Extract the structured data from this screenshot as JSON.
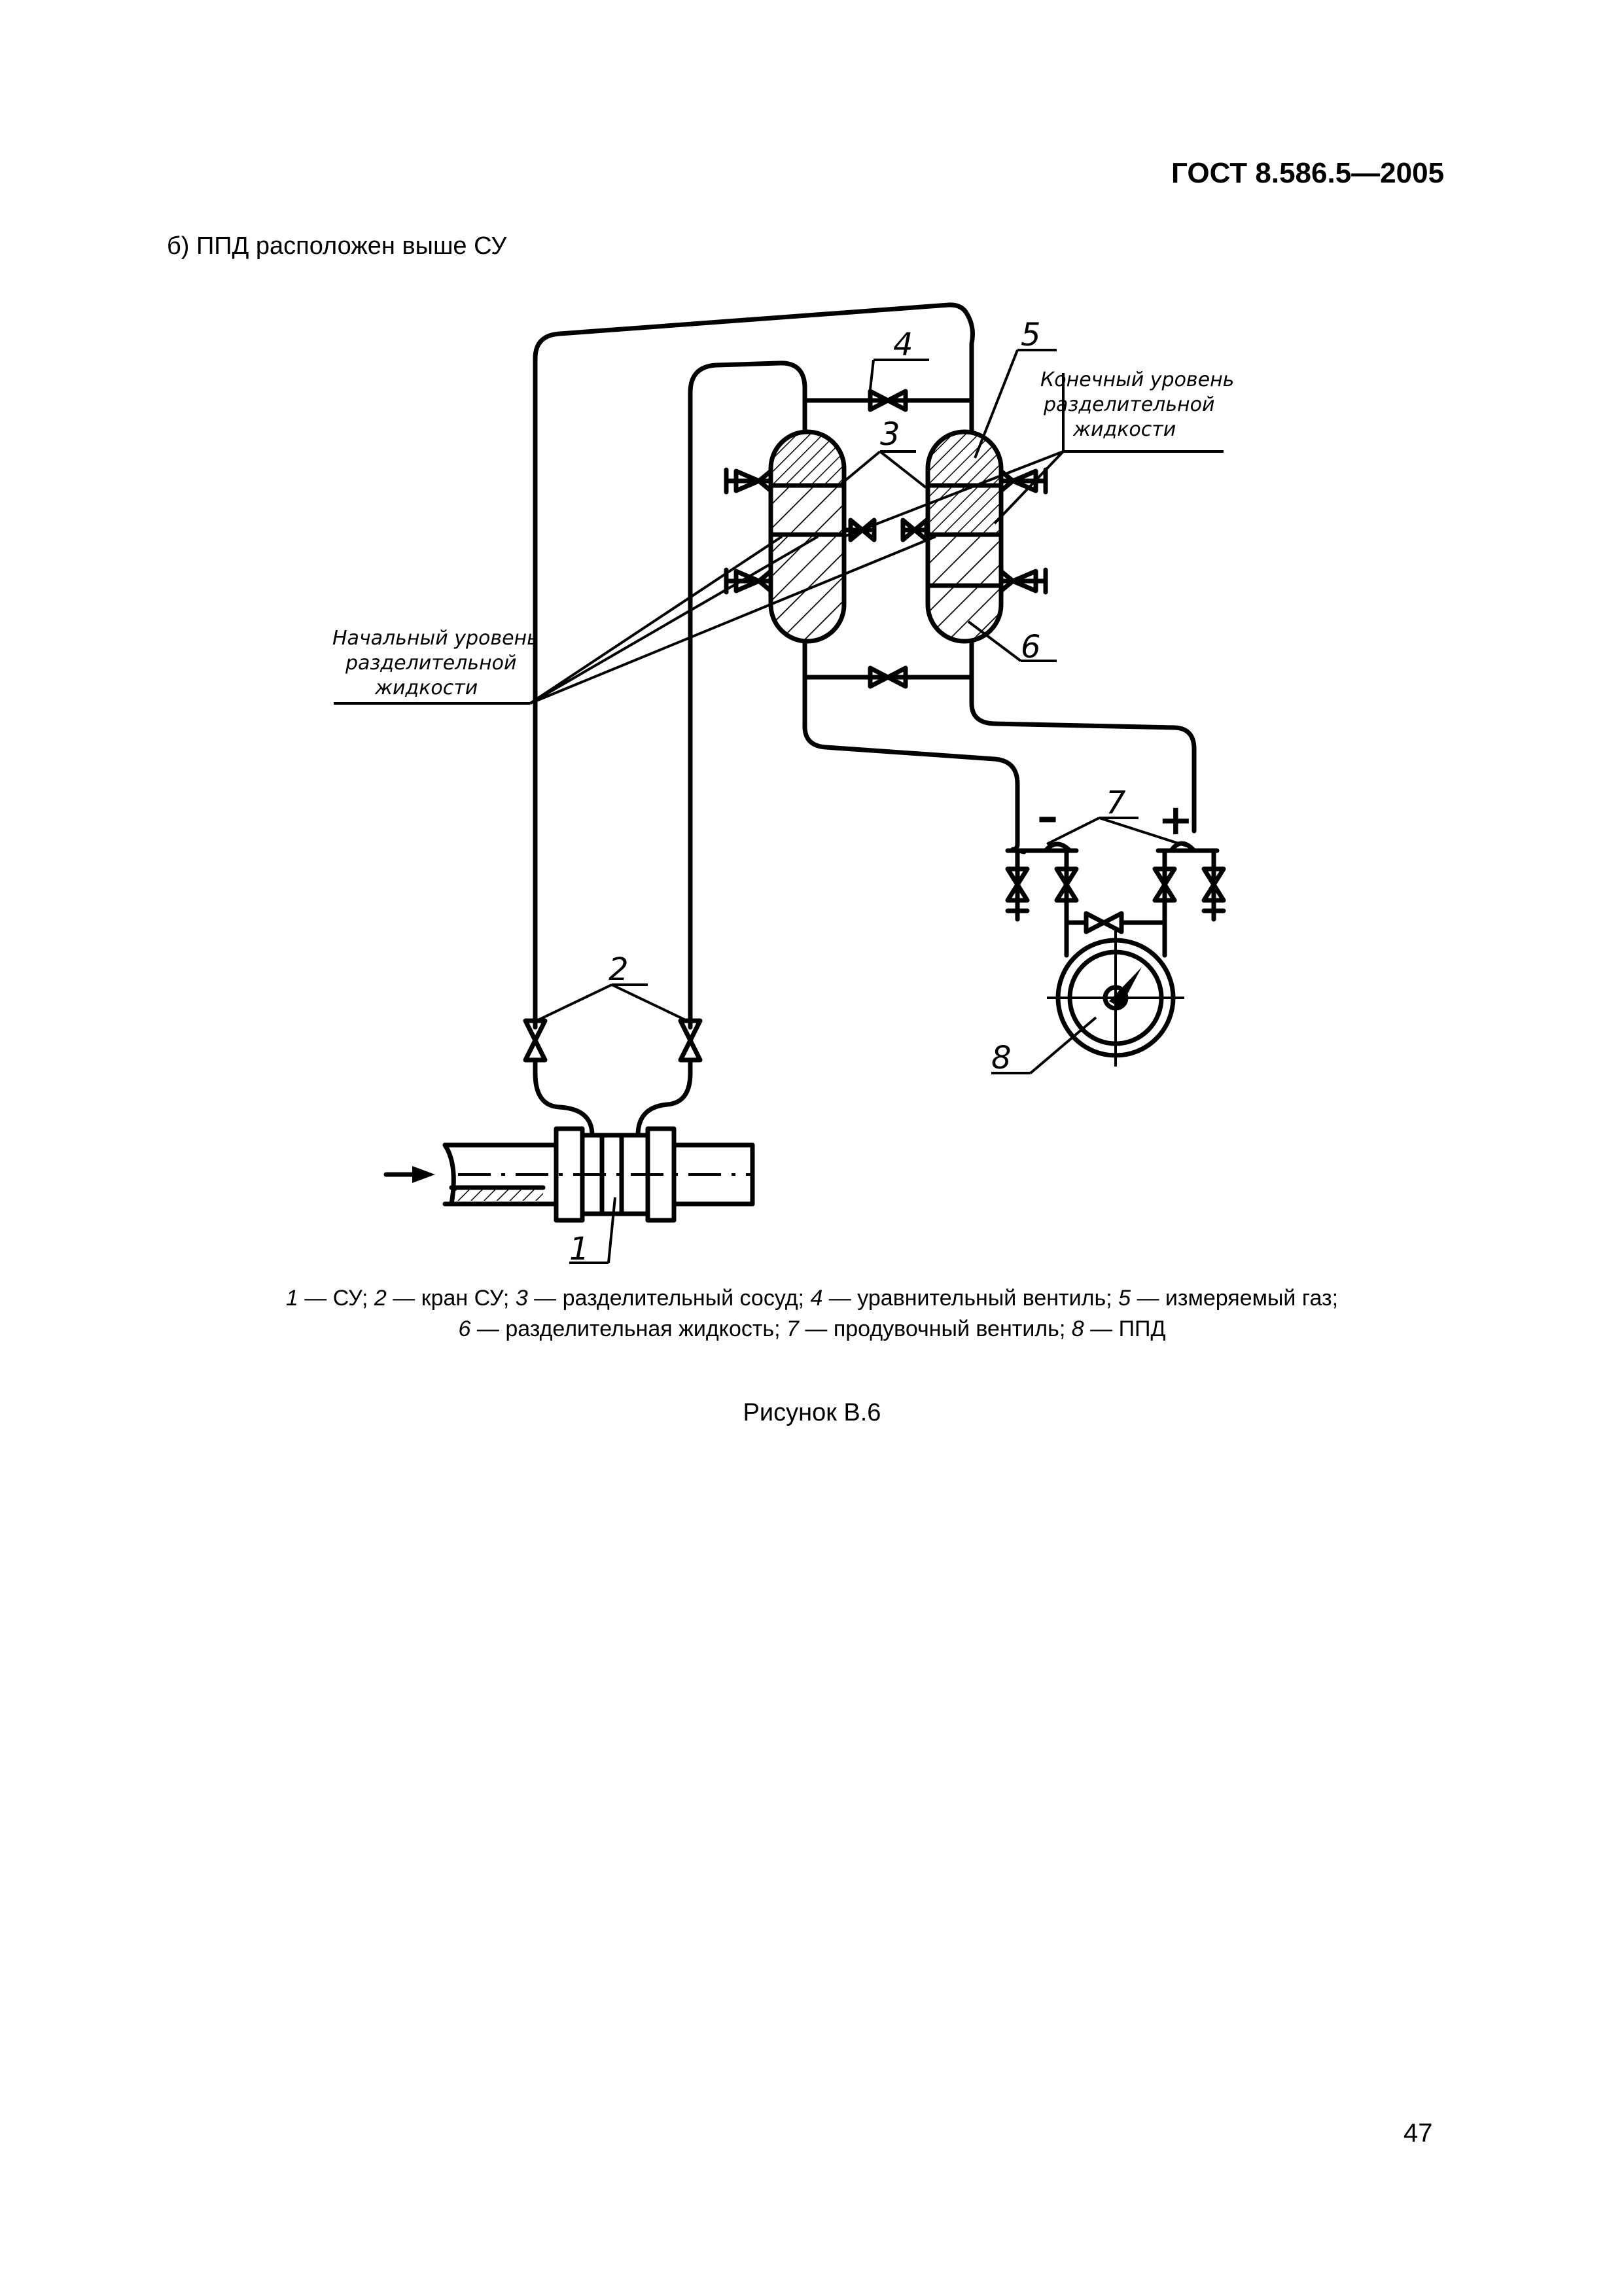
{
  "header": {
    "standard": "ГОСТ 8.586.5—2005"
  },
  "subtitle": "б) ППД расположен выше СУ",
  "diagram": {
    "callouts": [
      "1",
      "2",
      "3",
      "4",
      "5",
      "6",
      "7",
      "8"
    ],
    "signs": {
      "minus": "–",
      "plus": "+"
    },
    "note_initial": [
      "Начальный уровень",
      "разделительной",
      "жидкости"
    ],
    "note_final": [
      "Конечный уровень",
      "разделительной",
      "жидкости"
    ]
  },
  "legend": {
    "items": [
      {
        "num": "1",
        "text": " — СУ; "
      },
      {
        "num": "2",
        "text": " — кран СУ; "
      },
      {
        "num": "3",
        "text": " — разделительный сосуд; "
      },
      {
        "num": "4",
        "text": " — уравнительный вентиль; "
      },
      {
        "num": "5",
        "text": " — измеряемый газ;"
      },
      {
        "num": "6",
        "text": " — разделительная жидкость; "
      },
      {
        "num": "7",
        "text": " — продувочный вентиль; "
      },
      {
        "num": "8",
        "text": " — ППД"
      }
    ]
  },
  "caption": "Рисунок В.6",
  "page_number": "47"
}
